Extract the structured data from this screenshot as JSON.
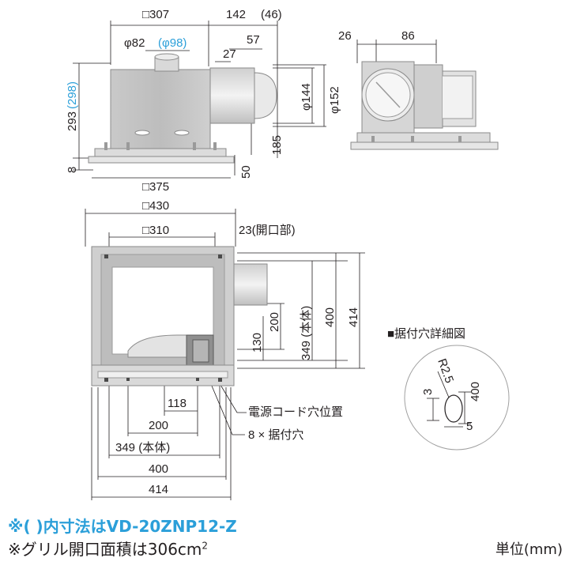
{
  "top_view": {
    "d_sq307": "□307",
    "d_142": "142",
    "d_46": "(46)",
    "d_phi82": "φ82",
    "d_phi98": "(φ98)",
    "d_57": "57",
    "d_27": "27",
    "d_293": "293",
    "d_298": "(298)",
    "d_phi144": "φ144",
    "d_phi152": "φ152",
    "d_185": "185",
    "d_8": "8",
    "d_50": "50",
    "d_sq375": "□375"
  },
  "side_view": {
    "d_26": "26",
    "d_86": "86"
  },
  "bottom_view": {
    "d_sq430": "□430",
    "d_sq310": "□310",
    "d_23": "23(開口部)",
    "d_200v": "200",
    "d_130": "130",
    "d_349v": "349 (本体)",
    "d_400v": "400",
    "d_414v": "414",
    "d_118": "118",
    "d_200h": "200",
    "d_349h": "349 (本体)",
    "d_400h": "400",
    "d_414h": "414",
    "callout_cord": "電源コード穴位置",
    "callout_holes": "8 × 据付穴"
  },
  "detail": {
    "title": "■据付穴詳細図",
    "d_r25": "R2.5",
    "d_400": "400",
    "d_3": "3",
    "d_5": "5"
  },
  "notes": {
    "line1": "※( )内寸法はVD-20ZNP12-Z",
    "line2_prefix": "※グリル開口面積は306cm",
    "line2_sup": "2",
    "unit": "単位(mm)"
  }
}
